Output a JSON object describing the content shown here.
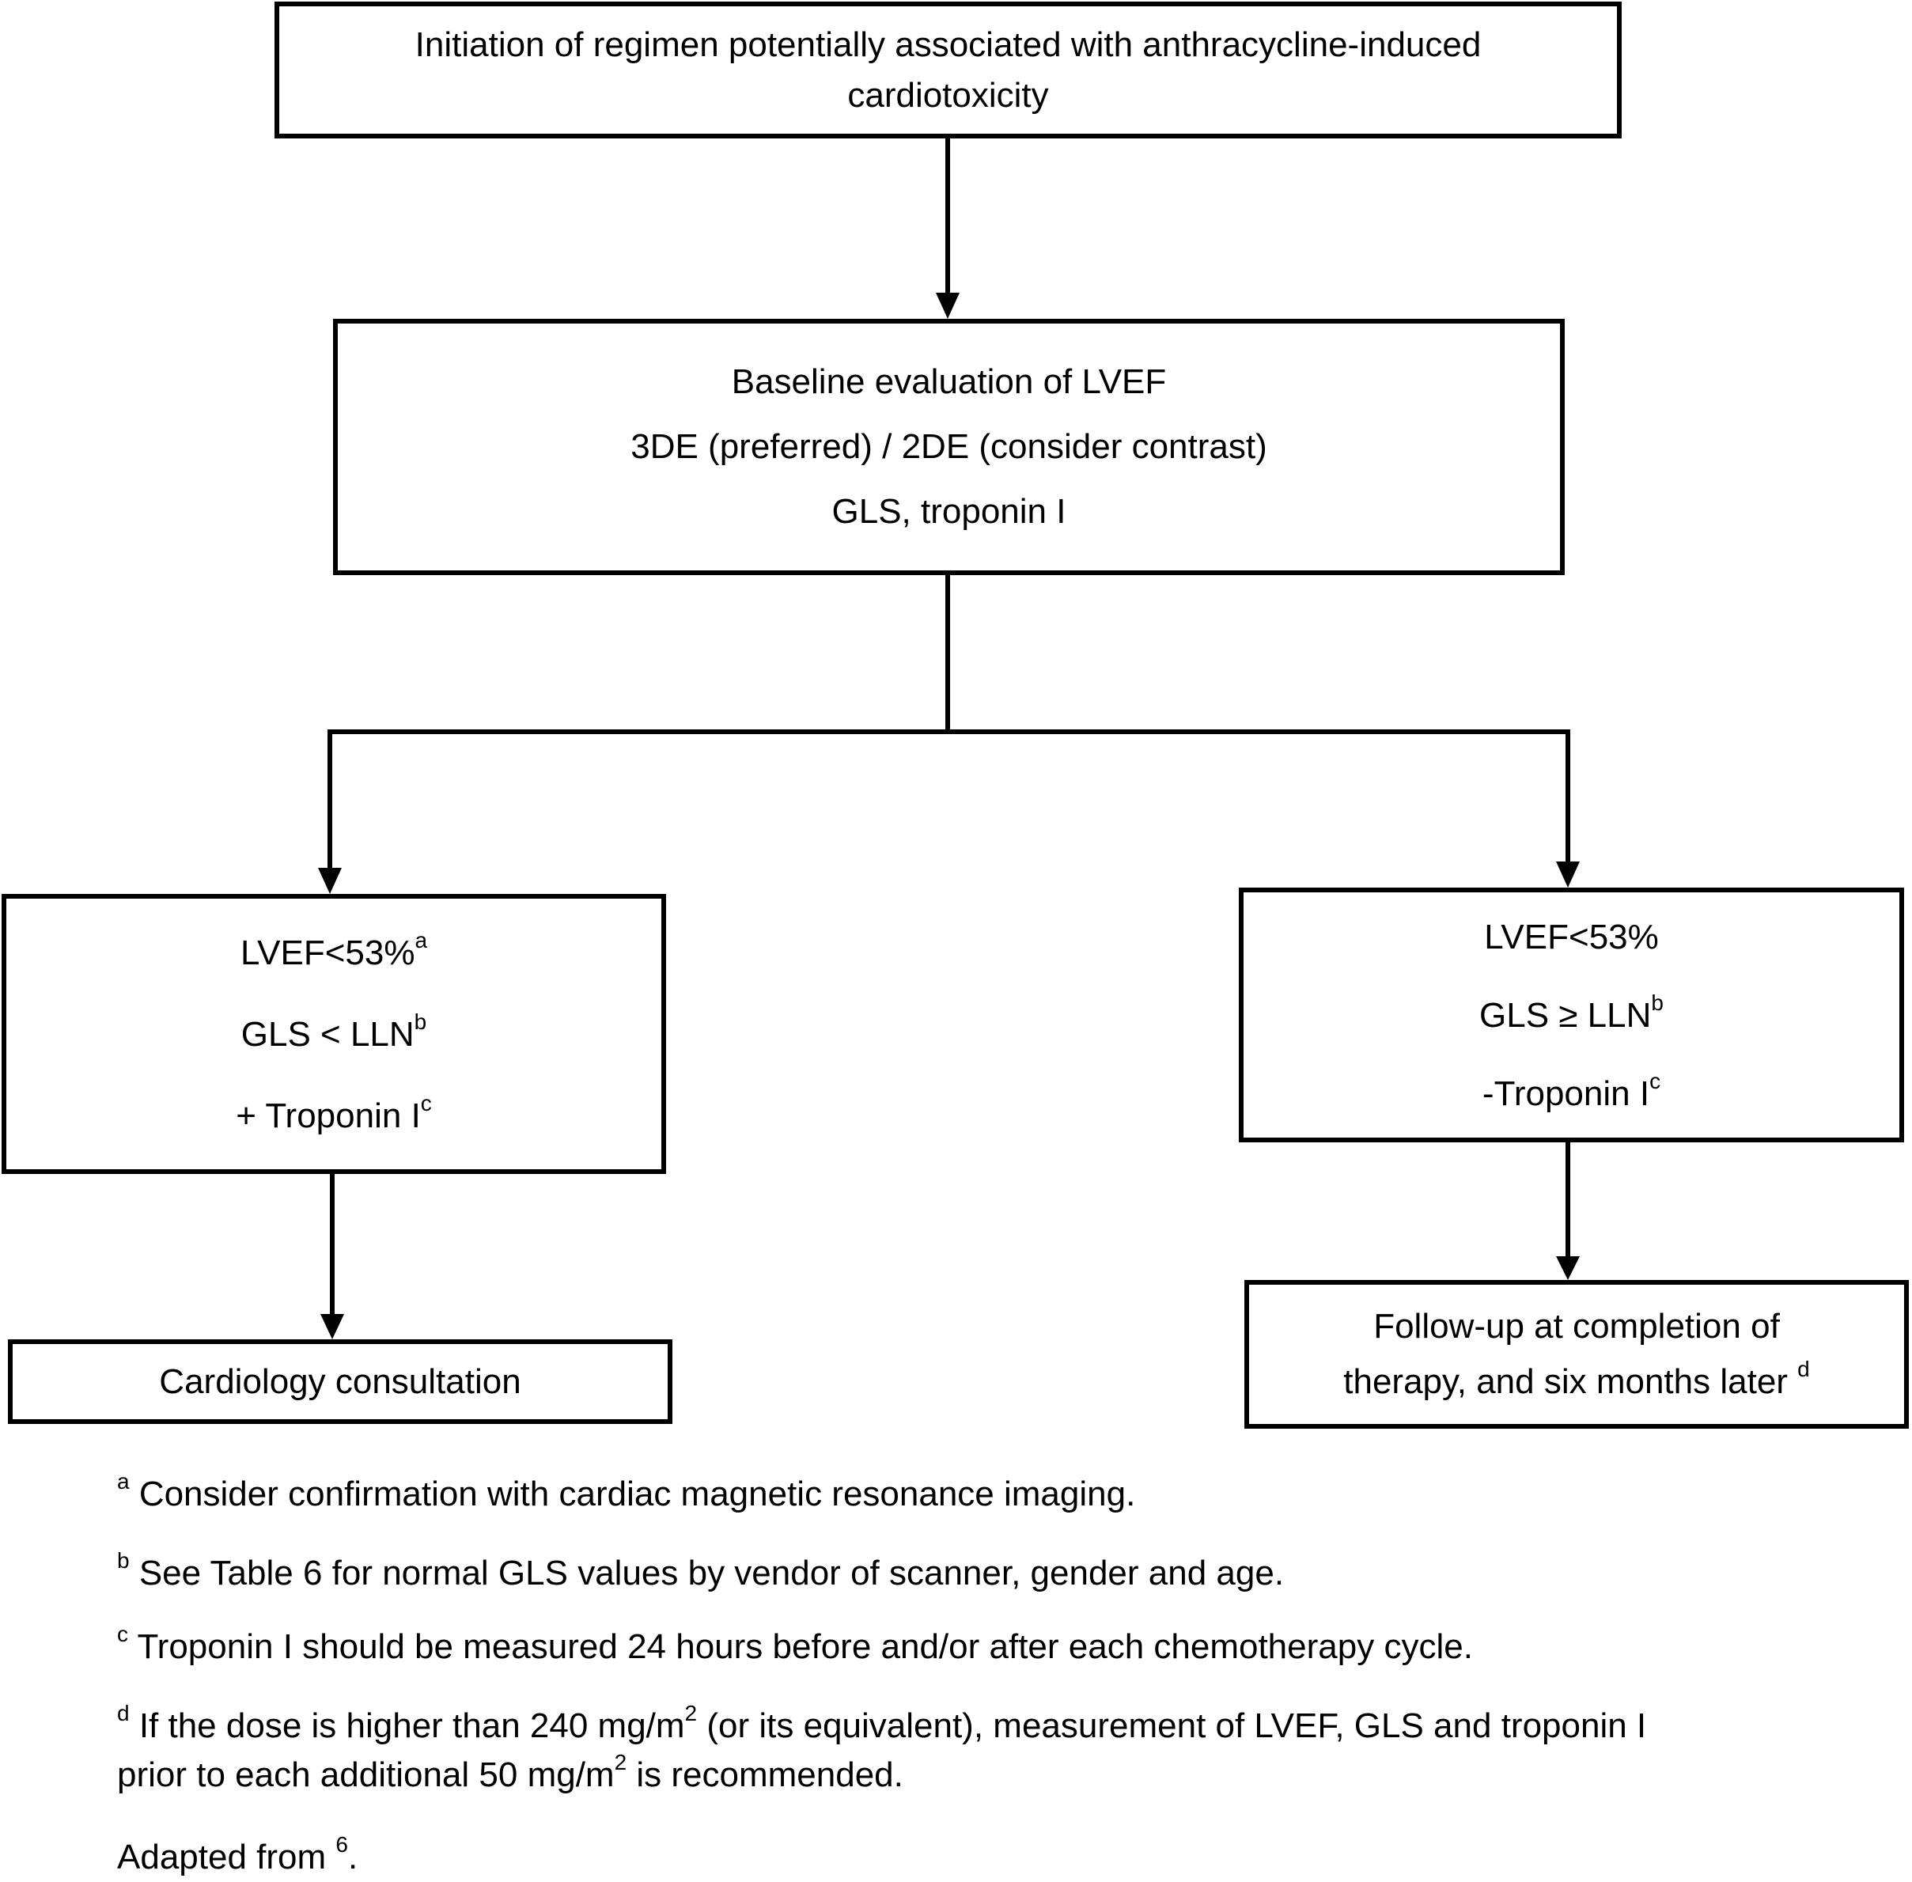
{
  "boxes": {
    "initiation": {
      "line1": "Initiation of regimen potentially associated with anthracycline-induced",
      "line2": "cardiotoxicity"
    },
    "baseline": {
      "line1": "Baseline evaluation of LVEF",
      "line2": "3DE (preferred) / 2DE (consider contrast)",
      "line3": "GLS, troponin I"
    },
    "left_branch": {
      "line1": "LVEF<53%",
      "line1_sup": "a",
      "line2": "GLS < LLN",
      "line2_sup": "b",
      "line3": "+ Troponin I",
      "line3_sup": "c"
    },
    "right_branch": {
      "line1": "LVEF<53%",
      "line2": "GLS ≥ LLN",
      "line2_sup": "b",
      "line3": "-Troponin I",
      "line3_sup": "c"
    },
    "cardiology": {
      "label": "Cardiology consultation"
    },
    "followup": {
      "line1": "Follow-up at completion of",
      "line2": "therapy, and six months later",
      "line2_sup": "d"
    }
  },
  "footnotes": {
    "a": {
      "marker": "a",
      "text": "Consider confirmation with cardiac magnetic resonance imaging."
    },
    "b": {
      "marker": "b",
      "text": "See Table 6 for normal GLS values by vendor of scanner, gender and age."
    },
    "c": {
      "marker": "c",
      "text": "Troponin I should be measured 24 hours before and/or after each chemotherapy cycle."
    },
    "d": {
      "marker": "d",
      "part1": "If the dose is higher than 240 mg/m",
      "sup1": "2",
      "part2": "(or its equivalent), measurement of LVEF, GLS and troponin I",
      "part3": "prior to each additional 50 mg/m",
      "sup2": "2",
      "part4": "is recommended."
    }
  },
  "source": {
    "text": "Adapted from",
    "ref": "6",
    "end": "."
  },
  "colors": {
    "stroke": "#000000",
    "background": "#ffffff"
  }
}
